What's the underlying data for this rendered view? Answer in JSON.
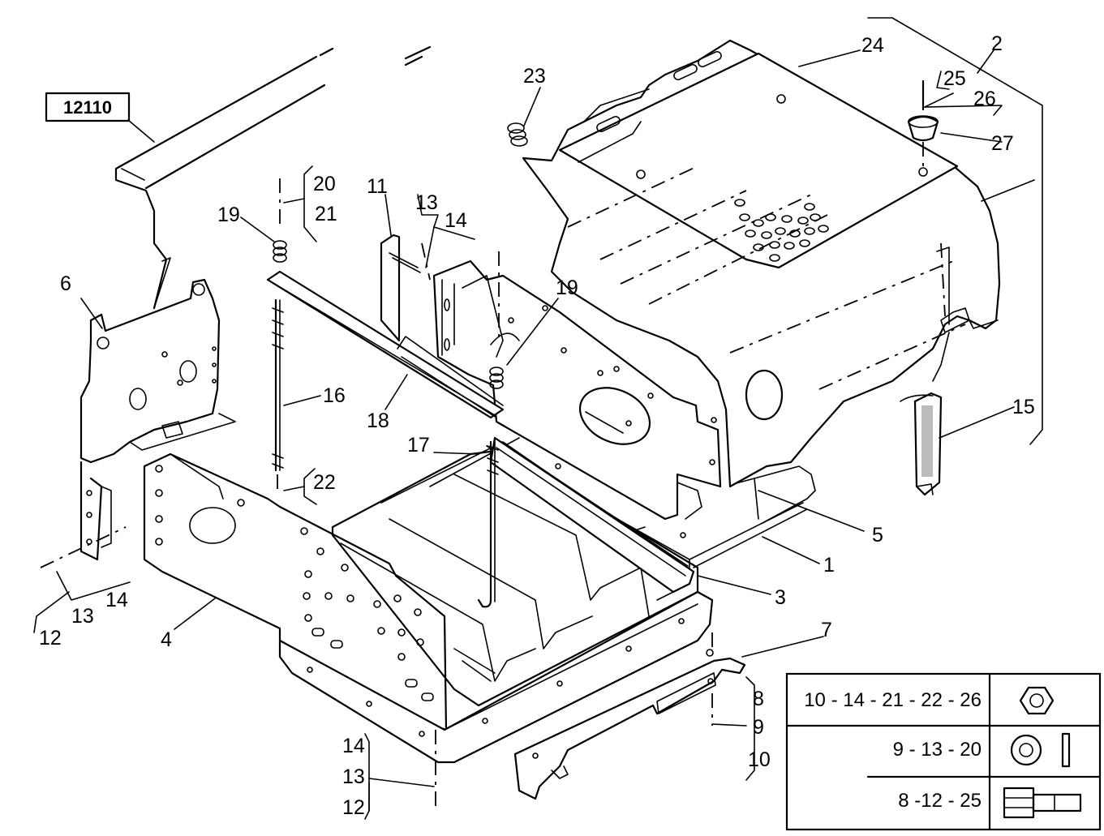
{
  "reference_box": {
    "label": "12110"
  },
  "callouts": {
    "c1": "1",
    "c2": "2",
    "c3": "3",
    "c4": "4",
    "c5": "5",
    "c6": "6",
    "c7": "7",
    "c8": "8",
    "c9": "9",
    "c10": "10",
    "c11": "11",
    "c12a": "12",
    "c12b": "12",
    "c13a": "13",
    "c13b": "13",
    "c13c": "13",
    "c14a": "14",
    "c14b": "14",
    "c14c": "14",
    "c15": "15",
    "c16": "16",
    "c17": "17",
    "c18": "18",
    "c19a": "19",
    "c19b": "19",
    "c20": "20",
    "c21": "21",
    "c22": "22",
    "c23": "23",
    "c24": "24",
    "c25": "25",
    "c26": "26",
    "c27": "27"
  },
  "legend": {
    "rows": [
      {
        "label": "10 - 14 - 21 - 22 - 26",
        "icon": "nut-icon"
      },
      {
        "label": "9 - 13 - 20",
        "icon": "washer-icon"
      },
      {
        "label": "8 -12 - 25",
        "icon": "bolt-icon"
      }
    ]
  }
}
